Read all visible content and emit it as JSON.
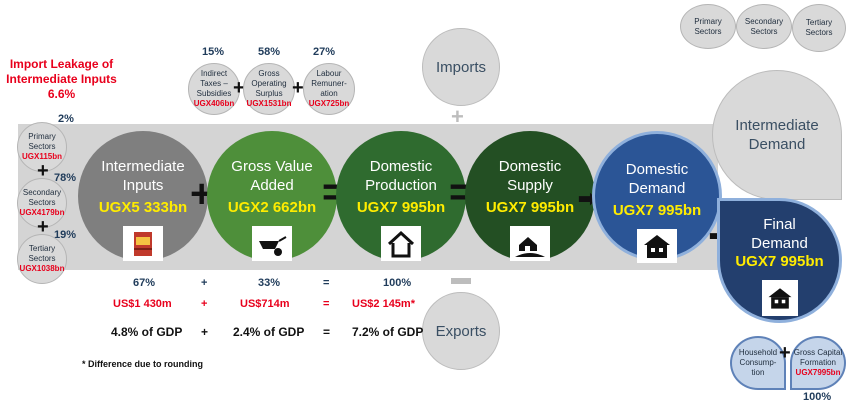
{
  "import_leakage": {
    "title_line1": "Import Leakage of",
    "title_line2": "Intermediate Inputs",
    "value": "6.6%"
  },
  "left_sectors": [
    {
      "pct": "2%",
      "label": "Primary Sectors",
      "value": "UGX115bn"
    },
    {
      "pct": "78%",
      "label": "Secondary Sectors",
      "value": "UGX4179bn"
    },
    {
      "pct": "19%",
      "label": "Tertiary Sectors",
      "value": "UGX1038bn"
    }
  ],
  "gva_components": [
    {
      "pct": "15%",
      "label": "Indirect Taxes – Subsidies",
      "value": "UGX406bn"
    },
    {
      "pct": "58%",
      "label": "Gross Operating Surplus",
      "value": "UGX1531bn"
    },
    {
      "pct": "27%",
      "label": "Labour Remuner-ation",
      "value": "UGX725bn"
    }
  ],
  "stages": [
    {
      "title": "Intermediate Inputs",
      "value": "UGX5 333bn",
      "color": "#7f7f7f",
      "icon": "cement-bag-icon"
    },
    {
      "title": "Gross Value Added",
      "value": "UGX2 662bn",
      "color": "#4e8f3a",
      "icon": "wheelbarrow-icon"
    },
    {
      "title": "Domestic Production",
      "value": "UGX7 995bn",
      "color": "#2f6b2f",
      "icon": "house-outline-icon"
    },
    {
      "title": "Domestic Supply",
      "value": "UGX7 995bn",
      "color": "#234f23",
      "icon": "house-hill-icon"
    },
    {
      "title": "Domestic Demand",
      "value": "UGX7 995bn",
      "color": "#2b5596",
      "icon": "house-icon"
    }
  ],
  "final_demand": {
    "title": "Final Demand",
    "value": "UGX7 995bn",
    "color": "#233f6e"
  },
  "imports_label": "Imports",
  "exports_label": "Exports",
  "intermediate_demand_label": "Intermediate Demand",
  "top_right_sectors": [
    "Primary Sectors",
    "Secondary Sectors",
    "Tertiary Sectors"
  ],
  "bottom_right": {
    "items": [
      {
        "label": "Household Consump-tion"
      },
      {
        "label": "Gross Capital Formation",
        "value": "UGX7995bn"
      }
    ],
    "total": "100%"
  },
  "summary": {
    "pct": [
      "67%",
      "33%",
      "100%"
    ],
    "usd": [
      "US$1 430m",
      "US$714m",
      "US$2 145m*"
    ],
    "gdp": [
      "4.8% of GDP",
      "2.4% of GDP",
      "7.2% of GDP"
    ],
    "ops": [
      "+",
      "="
    ]
  },
  "footnote": "* Difference due to rounding"
}
